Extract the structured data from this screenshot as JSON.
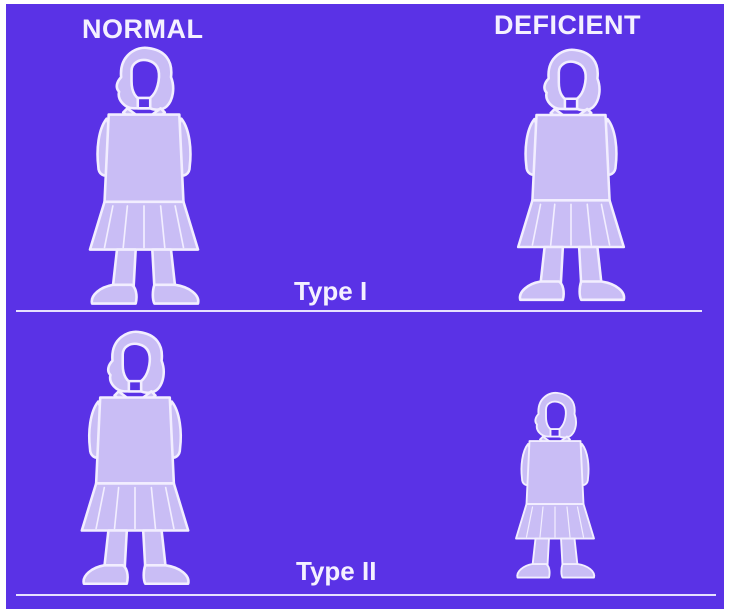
{
  "headers": {
    "normal": "NORMAL",
    "deficient": "DEFICIENT"
  },
  "rows": [
    {
      "label": "Type I"
    },
    {
      "label": "Type II"
    }
  ],
  "figure_icon": "girl-standing-icon",
  "colors": {
    "background": "#5a32e6",
    "figure_fill": "#c9bdf5",
    "outline": "#f2eeff",
    "text": "#f4f0ff"
  }
}
